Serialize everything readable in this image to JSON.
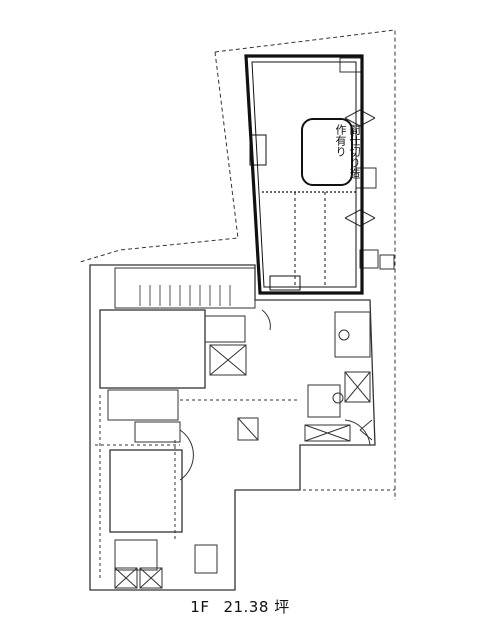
{
  "floor_label": "1F",
  "area_value": "21.38",
  "area_unit": "坪",
  "callout": {
    "text": "間仕切り造作有り"
  }
}
